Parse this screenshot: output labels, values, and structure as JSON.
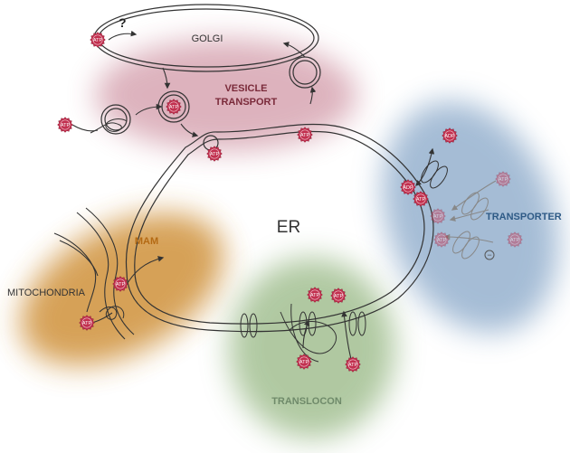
{
  "labels": {
    "golgi": "GOLGI",
    "er": "ER",
    "vesicle_transport": [
      "VESICLE",
      "TRANSPORT"
    ],
    "mam": "MAM",
    "mitochondria": "MITOCHONDRIA",
    "transporter": "TRANSPORTER",
    "translocon": "TRANSLOCON",
    "question": "?",
    "minus": "−"
  },
  "badges": {
    "atp": "ATP",
    "adp": "ADP"
  },
  "colors": {
    "vesicle_region": "#b4566e",
    "mam_region": "#cc8a2e",
    "transporter_region": "#7fa0c4",
    "translocon_region": "#8fb27a",
    "atp_badge": "#c2304f",
    "vesicle_label": "#7a2a3a",
    "mam_label": "#b46a14",
    "transporter_label": "#2e5a86",
    "translocon_label": "#6f8a6a",
    "membrane": "#333333"
  }
}
